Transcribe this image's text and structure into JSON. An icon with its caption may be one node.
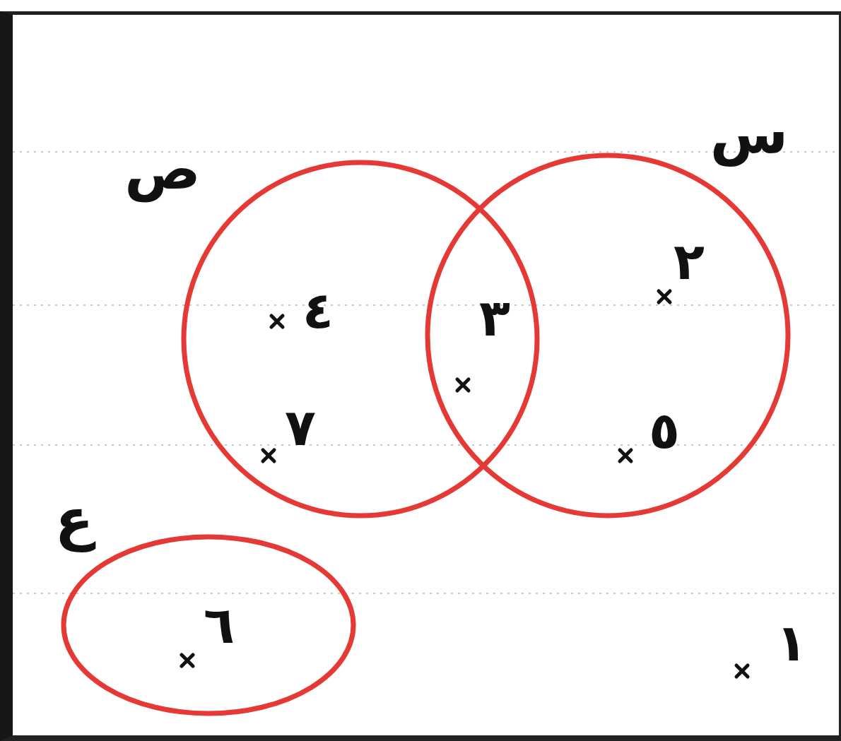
{
  "diagram": {
    "nodes": [
      {
        "text": [],
        "shape": "box"
      },
      {
        "text": [
          "ص",
          "٤",
          "٧"
        ],
        "in": 0
      },
      {
        "text": [
          "س",
          "٢",
          "٥"
        ],
        "in": 0
      },
      {
        "text": [
          "ع",
          "٦"
        ],
        "in": 0
      }
    ],
    "labels": [
      "٣",
      "١"
    ]
  }
}
